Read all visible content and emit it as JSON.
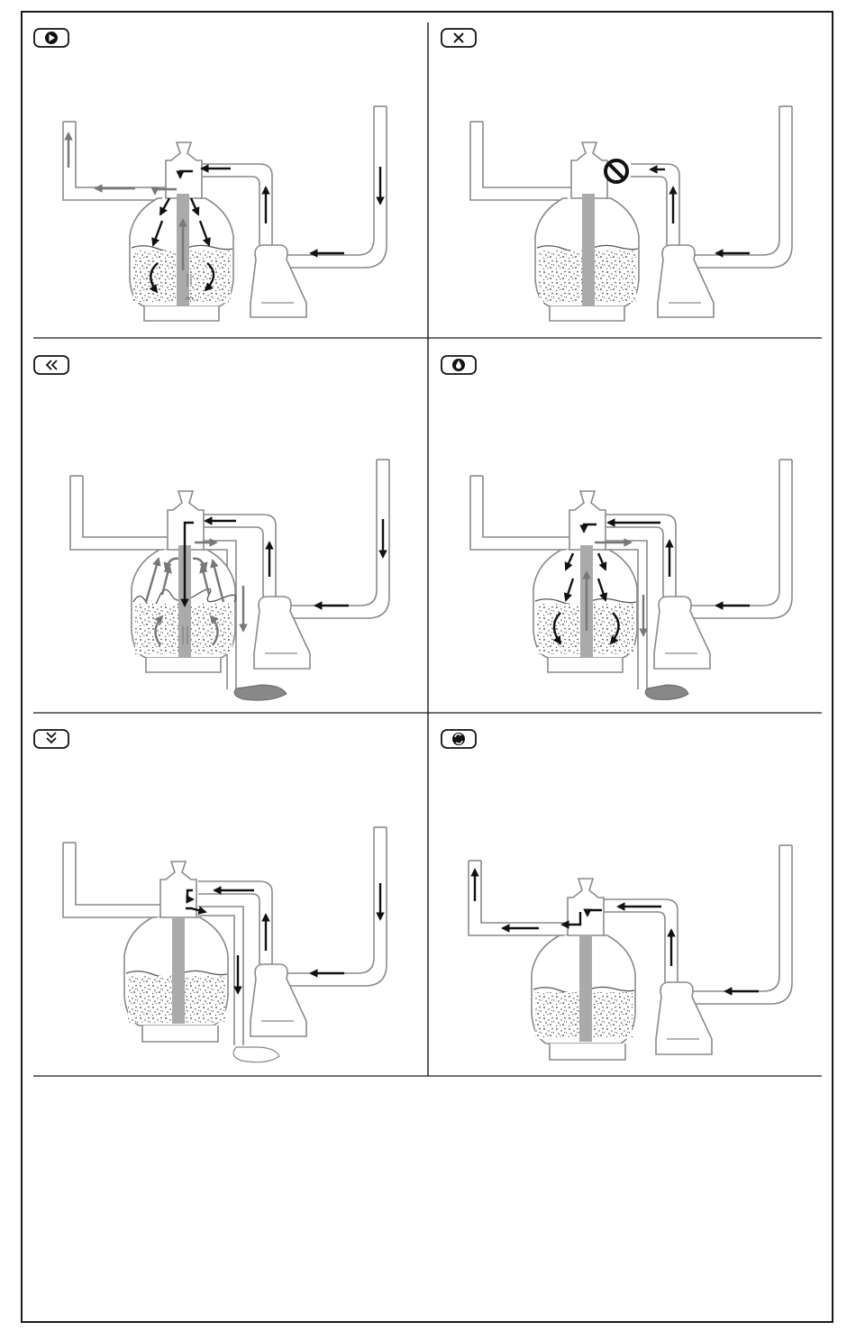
{
  "colors": {
    "frame": "#1a1a1a",
    "pipe": "#8a8a8a",
    "core": "#aaaaaa",
    "arrow_dark": "#111111",
    "arrow_light": "#777777",
    "waste_water": "#888888"
  },
  "panels": [
    {
      "id": "filter",
      "icon": "play-icon",
      "mode": "filter"
    },
    {
      "id": "closed",
      "icon": "x-icon",
      "mode": "closed"
    },
    {
      "id": "backwash",
      "icon": "double-chevron-left-icon",
      "mode": "backwash"
    },
    {
      "id": "rinse",
      "icon": "water-drop-icon",
      "mode": "rinse"
    },
    {
      "id": "waste",
      "icon": "double-chevron-down-icon",
      "mode": "waste"
    },
    {
      "id": "recirculate",
      "icon": "recirculate-icon",
      "mode": "recirculate"
    }
  ]
}
